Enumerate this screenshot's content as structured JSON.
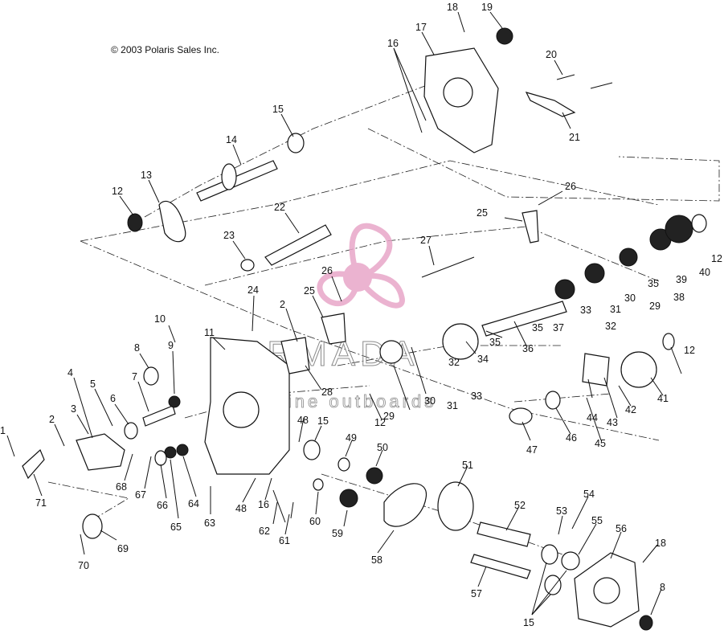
{
  "copyright": "© 2003 Polaris Sales Inc.",
  "watermark": {
    "brand": "ARMADA",
    "tagline": "marine outboards",
    "color": "#e8a6c8"
  },
  "callouts": [
    "1",
    "2",
    "3",
    "4",
    "5",
    "6",
    "7",
    "8",
    "9",
    "10",
    "11",
    "12",
    "12",
    "12",
    "12",
    "13",
    "14",
    "15",
    "15",
    "15",
    "16",
    "16",
    "17",
    "18",
    "18",
    "19",
    "20",
    "21",
    "22",
    "23",
    "24",
    "25",
    "25",
    "26",
    "26",
    "27",
    "28",
    "29",
    "29",
    "30",
    "30",
    "31",
    "31",
    "32",
    "32",
    "33",
    "33",
    "34",
    "35",
    "35",
    "35",
    "36",
    "37",
    "38",
    "39",
    "40",
    "41",
    "42",
    "43",
    "44",
    "45",
    "46",
    "47",
    "48",
    "48",
    "49",
    "50",
    "51",
    "52",
    "53",
    "54",
    "55",
    "56",
    "57",
    "58",
    "59",
    "60",
    "61",
    "62",
    "63",
    "64",
    "65",
    "66",
    "67",
    "68",
    "69",
    "70",
    "71",
    "2",
    "8"
  ]
}
